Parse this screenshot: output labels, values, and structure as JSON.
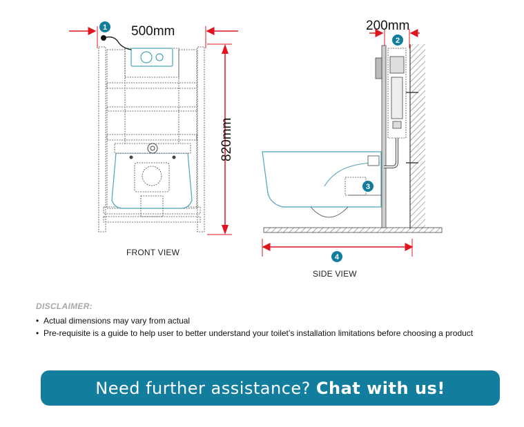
{
  "front_view": {
    "label": "FRONT VIEW",
    "width_dim": "500mm",
    "height_dim": "820mm",
    "marker_1": "1"
  },
  "side_view": {
    "label": "SIDE VIEW",
    "depth_dim": "200mm",
    "marker_2": "2",
    "marker_3": "3",
    "marker_4": "4"
  },
  "disclaimer": {
    "title": "DISCLAIMER:",
    "bullet": "•",
    "items": [
      "Actual dimensions may vary from actual",
      "Pre-requisite is a guide to help user to better understand your toilet’s installation limitations before choosing a product"
    ]
  },
  "cta": {
    "text": "Need further assistance?",
    "bold_text": "Chat with us!"
  },
  "colors": {
    "accent": "#137d9e",
    "dimension_red": "#e0141e",
    "teal_outline": "#4aa3b8"
  }
}
